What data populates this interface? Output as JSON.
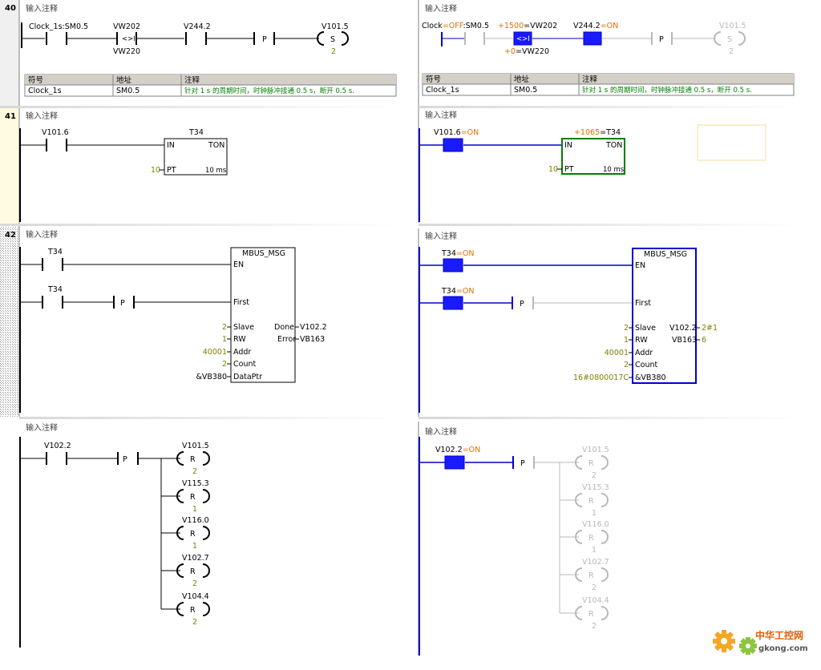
{
  "network_comment": "输入注释",
  "networks": {
    "n40": "40",
    "n41": "41",
    "n42": "42"
  },
  "symbol_table": {
    "headers": [
      "符号",
      "地址",
      "注释"
    ],
    "row": {
      "symbol": "Clock_1s",
      "address": "SM0.5",
      "comment": "针对 1 s 的周期时间，时钟脉冲接通 0.5 s，断开 0.5 s."
    }
  },
  "offline": {
    "n40": {
      "contact1": "Clock_1s:SM0.5",
      "cmp_top": "VW202",
      "cmp_op": "<>I",
      "cmp_bottom": "VW220",
      "contact2": "V244.2",
      "p_label": "P",
      "coil_addr": "V101.5",
      "coil_type": "S",
      "coil_n": "2"
    },
    "n41": {
      "contact": "V101.6",
      "timer_name": "T34",
      "timer_in": "IN",
      "timer_type": "TON",
      "pt_value": "10",
      "pt_label": "PT",
      "timebase": "10 ms"
    },
    "n42": {
      "contact1": "T34",
      "contact2": "T34",
      "p_label": "P",
      "box_name": "MBUS_MSG",
      "pin_en": "EN",
      "pin_first": "First",
      "pin_slave": "Slave",
      "pin_rw": "RW",
      "pin_addr": "Addr",
      "pin_count": "Count",
      "pin_dataptr": "DataPtr",
      "pin_done": "Done",
      "pin_error": "Error",
      "val_slave": "2",
      "val_rw": "1",
      "val_addr": "40001",
      "val_count": "2",
      "val_dataptr": "&VB380",
      "val_done": "V102.2",
      "val_error": "VB163"
    },
    "n43": {
      "contact": "V102.2",
      "p_label": "P",
      "coils": [
        {
          "addr": "V101.5",
          "type": "R",
          "n": "2"
        },
        {
          "addr": "V115.3",
          "type": "R",
          "n": "1"
        },
        {
          "addr": "V116.0",
          "type": "R",
          "n": "1"
        },
        {
          "addr": "V102.7",
          "type": "R",
          "n": "2"
        },
        {
          "addr": "V104.4",
          "type": "R",
          "n": "2"
        }
      ]
    }
  },
  "online": {
    "n40": {
      "contact1_name": "Clock",
      "contact1_state": "=OFF",
      "contact1_addr": ":SM0.5",
      "cmp_top_val": "+1500",
      "cmp_top_name": "=VW202",
      "cmp_op": "<>I",
      "cmp_bottom_val": "+0",
      "cmp_bottom_name": "=VW220",
      "contact2_addr": "V244.2",
      "contact2_state": "=ON",
      "p_label": "P",
      "coil_addr": "V101.5",
      "coil_type": "S",
      "coil_n": "2"
    },
    "n41": {
      "contact_addr": "V101.6",
      "contact_state": "=ON",
      "timer_val": "+1065",
      "timer_name": "=T34",
      "timer_in": "IN",
      "timer_type": "TON",
      "pt_value": "10",
      "pt_label": "PT",
      "timebase": "10 ms"
    },
    "n42": {
      "contact1_addr": "T34",
      "contact1_state": "=ON",
      "contact2_addr": "T34",
      "contact2_state": "=ON",
      "p_label": "P",
      "box_name": "MBUS_MSG",
      "pin_en": "EN",
      "pin_first": "First",
      "pin_slave": "Slave",
      "pin_rw": "RW",
      "pin_addr": "Addr",
      "pin_count": "Count",
      "pin_dataptr": "&VB380",
      "out_done": "V102.2",
      "out_error": "VB163",
      "val_slave": "2",
      "val_rw": "1",
      "val_addr": "40001",
      "val_count": "2",
      "val_dataptr": "16#0800017C",
      "out_done_val": "2#1",
      "out_error_val": "6"
    },
    "n43": {
      "contact_addr": "V102.2",
      "contact_state": "=ON",
      "p_label": "P",
      "coils": [
        {
          "addr": "V101.5",
          "type": "R",
          "n": "2"
        },
        {
          "addr": "V115.3",
          "type": "R",
          "n": "1"
        },
        {
          "addr": "V116.0",
          "type": "R",
          "n": "1"
        },
        {
          "addr": "V102.7",
          "type": "R",
          "n": "2"
        },
        {
          "addr": "V104.4",
          "type": "R",
          "n": "2"
        }
      ]
    }
  },
  "watermark": {
    "title": "中华工控网",
    "domain": "gkong.com"
  },
  "colors": {
    "power_flow": "#0000cc",
    "energized_contact": "#1a1aff",
    "timer_active": "#008000",
    "state_on": "#e07000",
    "value": "#808000",
    "inactive": "#b8b8b8",
    "comment_text": "#008000"
  }
}
